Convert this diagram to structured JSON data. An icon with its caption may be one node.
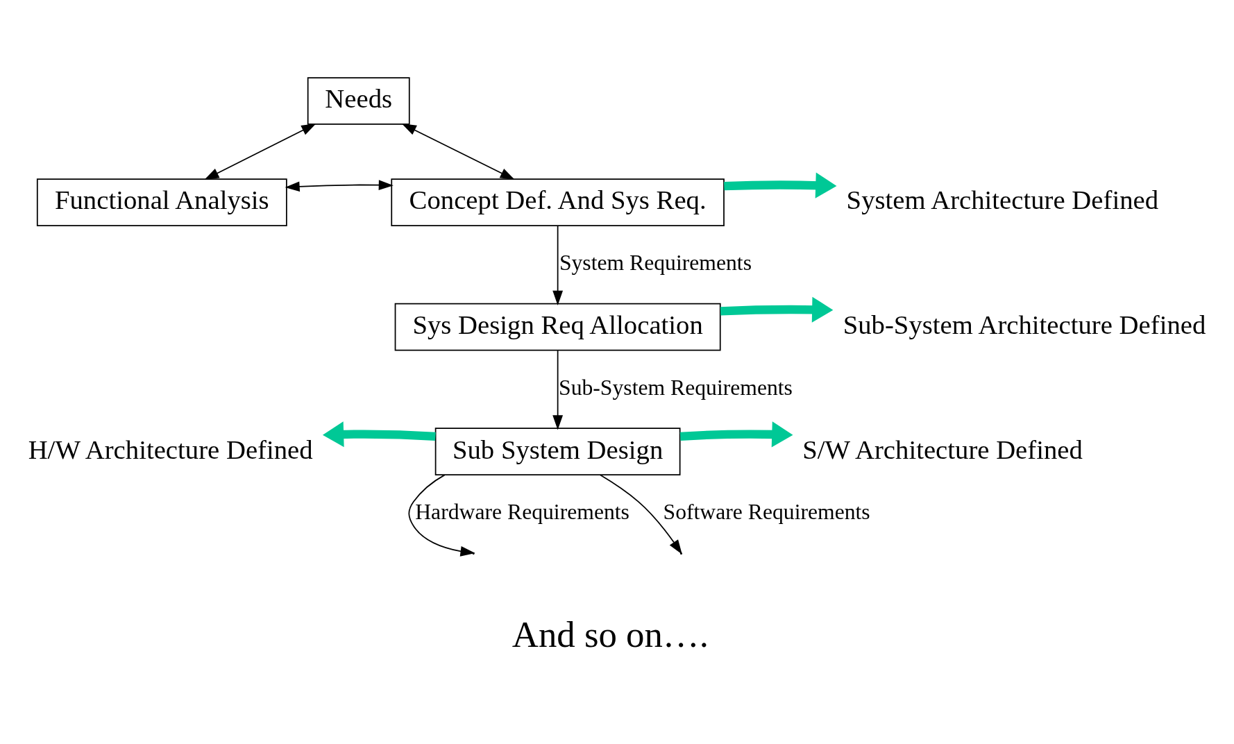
{
  "diagram": {
    "nodes": [
      {
        "text": [
          "Needs"
        ]
      },
      {
        "text": [
          "Functional Analysis"
        ]
      },
      {
        "text": [
          "Concept Def. And Sys Req."
        ]
      },
      {
        "text": [
          "System Architecture Defined"
        ]
      },
      {
        "text": [
          "Sys Design Req Allocation"
        ]
      },
      {
        "text": [
          "Sub-System Architecture Defined"
        ]
      },
      {
        "text": [
          "Sub System Design"
        ]
      },
      {
        "text": [
          "H/W Architecture Defined"
        ]
      },
      {
        "text": [
          "S/W Architecture Defined"
        ]
      }
    ],
    "edges": [
      {
        "from": 0,
        "to": 2,
        "arrow": "both"
      },
      {
        "from": 0,
        "to": 1,
        "arrow": "both"
      },
      {
        "from": 1,
        "to": 2,
        "arrow": "both"
      },
      {
        "from": 2,
        "to": 3,
        "arrow": "to",
        "style": "thick",
        "color": "#00c896"
      },
      {
        "from": 2,
        "to": 4,
        "arrow": "to",
        "label": "System Requirements"
      },
      {
        "from": 4,
        "to": 5,
        "arrow": "to",
        "style": "thick",
        "color": "#00c896"
      },
      {
        "from": 4,
        "to": 6,
        "arrow": "to",
        "label": "Sub-System Requirements"
      },
      {
        "from": 6,
        "to": 7,
        "arrow": "to",
        "style": "thick",
        "color": "#00c896"
      },
      {
        "from": 6,
        "to": 8,
        "arrow": "to",
        "style": "thick",
        "color": "#00c896"
      },
      {
        "from": 6,
        "to": null,
        "arrow": "to",
        "label": "Hardware Requirements"
      },
      {
        "from": 6,
        "to": null,
        "arrow": "to",
        "label": "Software Requirements"
      }
    ],
    "labels": [
      "And so on…."
    ]
  }
}
